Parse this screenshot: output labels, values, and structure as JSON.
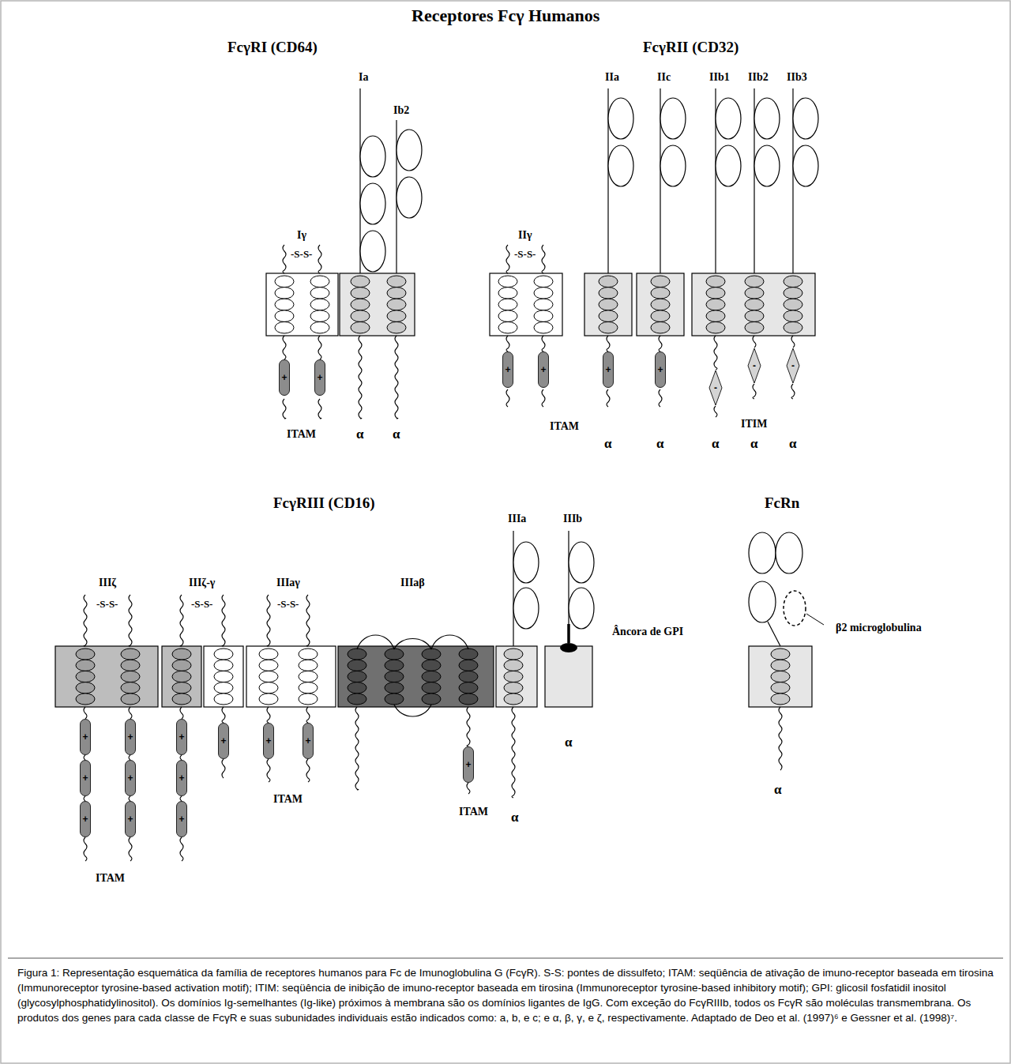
{
  "diagram": {
    "title": "Receptores Fcγ Humanos",
    "caption": "Figura 1: Representação esquemática da família de receptores humanos para Fc de Imunoglobulina G (FcγR). S-S: pontes de dissulfeto; ITAM: seqüência de ativação de imuno-receptor baseada em tirosina (Immunoreceptor tyrosine-based activation motif); ITIM: seqüência de inibição de imuno-receptor baseada em tirosina (Immunoreceptor tyrosine-based inhibitory motif); GPI: glicosil fosfatidil inositol (glycosylphosphatidylinositol). Os domínios Ig-semelhantes (Ig-like) próximos à membrana são os domínios ligantes de IgG. Com exceção do FcγRIIIb, todos os FcγR são moléculas transmembrana. Os produtos dos genes para cada classe de FcγR e suas subunidades individuais estão indicados como: a, b, e c; e α, β, γ, e ζ, respectivamente. Adaptado de Deo et al. (1997)⁶ e Gessner et al. (1998)⁷.",
    "nodes": [
      {
        "text": [
          "+"
        ]
      },
      {
        "text": [
          "+"
        ]
      },
      {
        "text": [
          "+"
        ]
      },
      {
        "text": [
          "+"
        ]
      },
      {
        "text": [
          "+"
        ]
      },
      {
        "text": [
          "+"
        ]
      },
      {
        "text": [
          "-"
        ]
      },
      {
        "text": [
          "-"
        ]
      },
      {
        "text": [
          "-"
        ]
      },
      {
        "text": [
          "+"
        ]
      },
      {
        "text": [
          "+"
        ]
      },
      {
        "text": [
          "+"
        ]
      },
      {
        "text": [
          "+"
        ]
      },
      {
        "text": [
          "+"
        ]
      },
      {
        "text": [
          "+"
        ]
      },
      {
        "text": [
          "+"
        ]
      },
      {
        "text": [
          "+"
        ]
      },
      {
        "text": [
          "+"
        ]
      },
      {
        "text": [
          "+"
        ]
      },
      {
        "text": [
          "+"
        ]
      },
      {
        "text": [
          "+"
        ]
      },
      {
        "text": [
          "+"
        ]
      }
    ],
    "labels": [
      "FcγRI (CD64)",
      "FcγRII (CD32)",
      "Ia",
      "IIa",
      "IIc",
      "IIb1",
      "IIb2",
      "IIb3",
      "Ib2",
      "Iγ",
      "-S-S-",
      "IIγ",
      "-S-S-",
      "ITAM",
      "α",
      "α",
      "ITIM",
      "ITAM",
      "α",
      "α",
      "α",
      "α",
      "α",
      "FcγRIII (CD16)",
      "FcRn",
      "IIIa",
      "IIIb",
      "IIIζ",
      "IIIζ-γ",
      "IIIaγ",
      "IIIaβ",
      "-S-S-",
      "-S-S-",
      "-S-S-",
      "Âncora de GPI",
      "β2 microglobulina",
      "α",
      "α",
      "ITAM",
      "ITAM",
      "α",
      "ITAM"
    ]
  }
}
